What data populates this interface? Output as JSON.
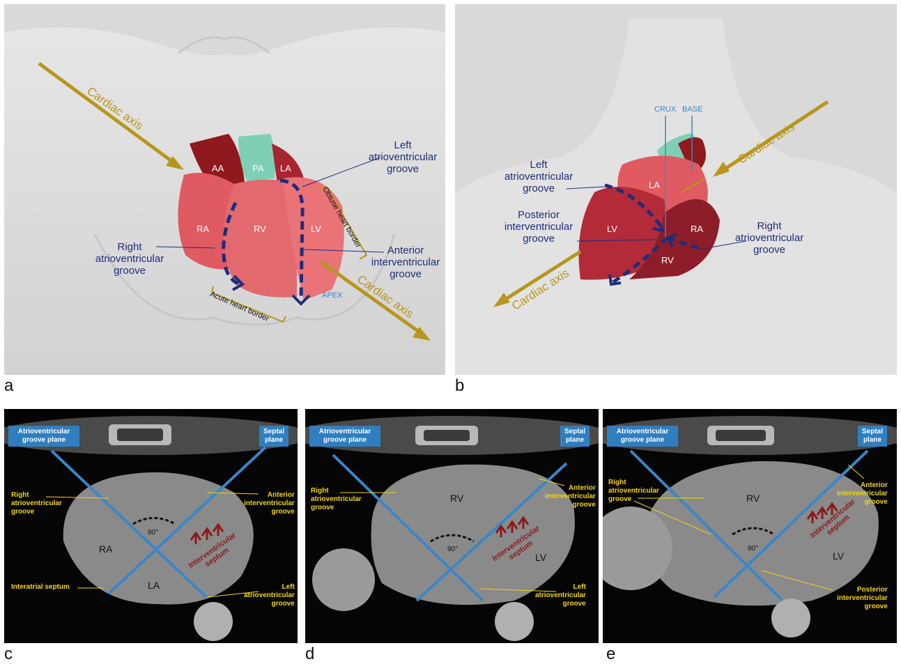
{
  "panel_letters": {
    "a": "a",
    "b": "b",
    "c": "c",
    "d": "d",
    "e": "e"
  },
  "panel_a": {
    "cardiac_axis": "Cardiac axis",
    "chambers": {
      "aa": "AA",
      "pa": "PA",
      "la": "LA",
      "ra": "RA",
      "rv": "RV",
      "lv": "LV"
    },
    "left_av_groove": "Left\natrioventricular\ngroove",
    "right_av_groove": "Right\natrioventricular\ngroove",
    "anterior_iv_groove": "Anterior\ninterventricular\ngroove",
    "obtuse_border": "Obtuse heart border",
    "acute_border": "Acute heart border",
    "apex": "APEX"
  },
  "panel_b": {
    "cardiac_axis": "Cardiac axis",
    "crux": "CRUX",
    "base": "BASE",
    "chambers": {
      "la": "LA",
      "lv": "LV",
      "ra": "RA",
      "rv": "RV"
    },
    "left_av_groove": "Left\natrioventricular\ngroove",
    "posterior_iv_groove": "Posterior\ninterventricular\ngroove",
    "right_av_groove": "Right\natrioventricular\ngroove"
  },
  "panel_c": {
    "av_plane": "Atrioventricular\ngroove plane",
    "septal_plane": "Septal\nplane",
    "right_av_groove": "Right\natrioventricular\ngroove",
    "anterior_iv_groove": "Anterior\ninterventricular\ngroove",
    "interatrial_septum": "Interatrial septum",
    "left_av_groove": "Left\natrioventricular\ngroove",
    "angle": "90°",
    "septum": "Interventricular\nseptum",
    "ra": "RA",
    "la": "LA"
  },
  "panel_d": {
    "av_plane": "Atrioventricular\ngroove plane",
    "septal_plane": "Septal\nplane",
    "right_av_groove": "Right\natrioventricular\ngroove",
    "anterior_iv_groove": "Anterior\ninterventricular\ngroove",
    "left_av_groove": "Left\natrioventricular\ngroove",
    "angle": "90°",
    "septum": "Interventricular\nseptum",
    "rv": "RV",
    "lv": "LV"
  },
  "panel_e": {
    "av_plane": "Atrioventricular\ngroove plane",
    "septal_plane": "Septal\nplane",
    "right_av_groove": "Right\natrioventricular\ngroove",
    "anterior_iv_groove": "Anterior\ninterventricular\ngroove",
    "posterior_iv_groove": "Posterior\ninterventricular\ngroove",
    "angle": "90°",
    "septum": "Interventricular\nseptum",
    "rv": "RV",
    "lv": "LV"
  },
  "colors": {
    "axis_gold": "#b8961c",
    "groove_navy": "#1f2d7a",
    "plane_blue": "#3a86c8",
    "label_yellow": "#f2d31a",
    "septum_red": "#8b1a1a"
  }
}
